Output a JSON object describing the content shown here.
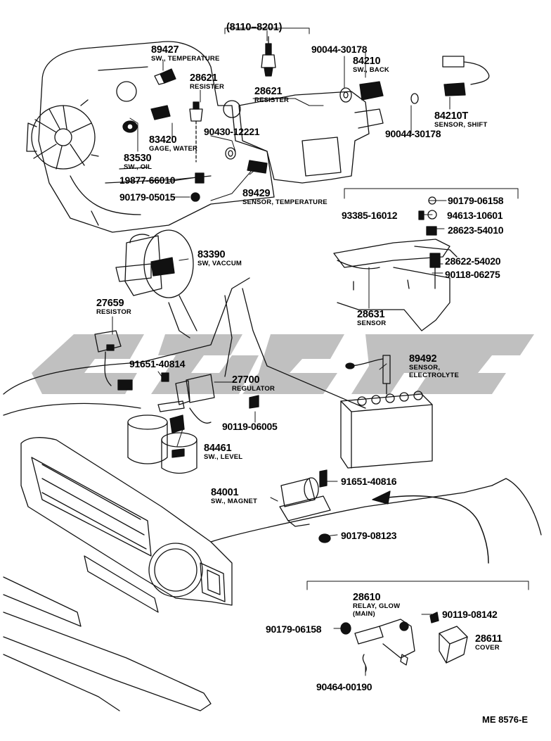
{
  "watermark_color": "#bdbdbd",
  "line_color": "#111111",
  "figure_code": "ME 8576-E",
  "labels": {
    "range": "(8110–8201)",
    "p89427": "89427",
    "p89427_desc": "SW., TEMPERATURE",
    "p28621a": "28621",
    "p28621a_desc": "RESISTER",
    "p90044a": "90044-30178",
    "p84210": "84210",
    "p84210_desc": "SW., BACK",
    "p28621b": "28621",
    "p28621b_desc": "RESISTER",
    "p90044b": "90044-30178",
    "p84210t": "84210T",
    "p84210t_desc": "SENSOR, SHIFT",
    "p83420": "83420",
    "p83420_desc": "GAGE, WATER",
    "p90430": "90430-12221",
    "p83530": "83530",
    "p83530_desc": "SW., OIL",
    "p19877": "19877-66010",
    "p90179a": "90179-05015",
    "p89429": "89429",
    "p89429_desc": "SENSOR, TEMPERATURE",
    "p90179b": "90179-06158",
    "p93385": "93385-16012",
    "p94613": "94613-10601",
    "p28623": "28623-54010",
    "p83390": "83390",
    "p83390_desc": "SW, VACCUM",
    "p28622": "28622-54020",
    "p90118": "90118-06275",
    "p27659": "27659",
    "p27659_desc": "RESISTOR",
    "p28631": "28631",
    "p28631_desc": "SENSOR",
    "p91651a": "91651-40814",
    "p89492": "89492",
    "p89492_desc1": "SENSOR,",
    "p89492_desc2": "ELECTROLYTE",
    "p27700": "27700",
    "p27700_desc": "REGULATOR",
    "p90119a": "90119-06005",
    "p84461": "84461",
    "p84461_desc": "SW., LEVEL",
    "p91651b": "91651-40816",
    "p84001": "84001",
    "p84001_desc": "SW., MAGNET",
    "p90179c": "90179-08123",
    "p28610": "28610",
    "p28610_desc1": "RELAY, GLOW",
    "p28610_desc2": "(MAIN)",
    "p90119b": "90119-08142",
    "p90179d": "90179-06158",
    "p28611": "28611",
    "p28611_desc": "COVER",
    "p90464": "90464-00190"
  }
}
